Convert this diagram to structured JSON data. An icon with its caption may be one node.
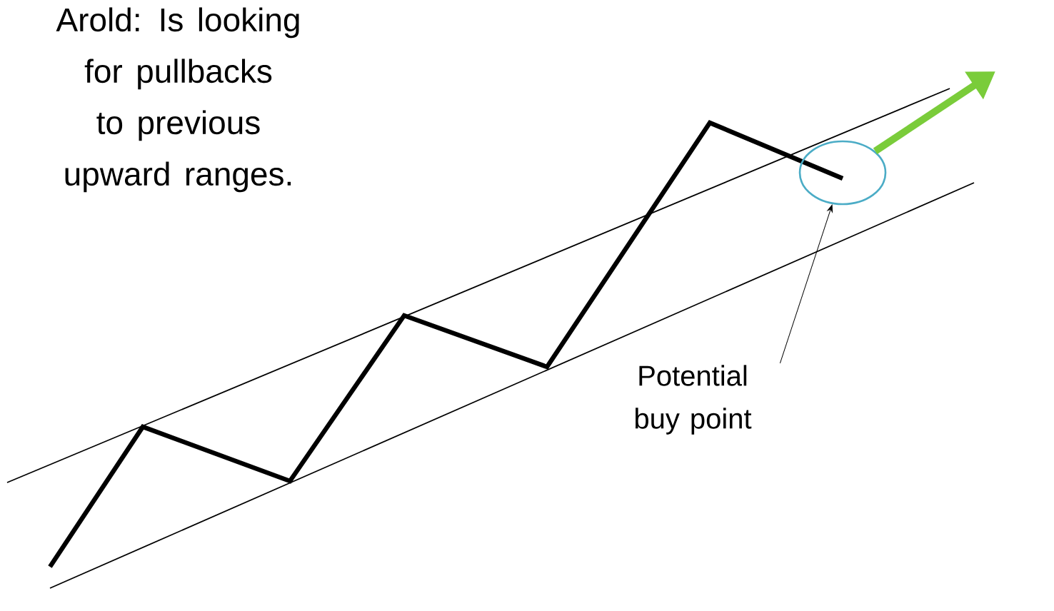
{
  "diagram": {
    "nodes": [
      {
        "text": [
          "Potential buy point"
        ]
      },
      {
        "text": [],
        "shape": "circle"
      }
    ],
    "edges": [
      {
        "from": 0,
        "to": 1,
        "arrow": "to"
      },
      {
        "from": 1,
        "to": null,
        "arrow": "to",
        "style": "thick",
        "color": "#7acc3a"
      }
    ],
    "labels": [
      "Arold: Is looking for pullbacks to previous upward ranges."
    ]
  }
}
